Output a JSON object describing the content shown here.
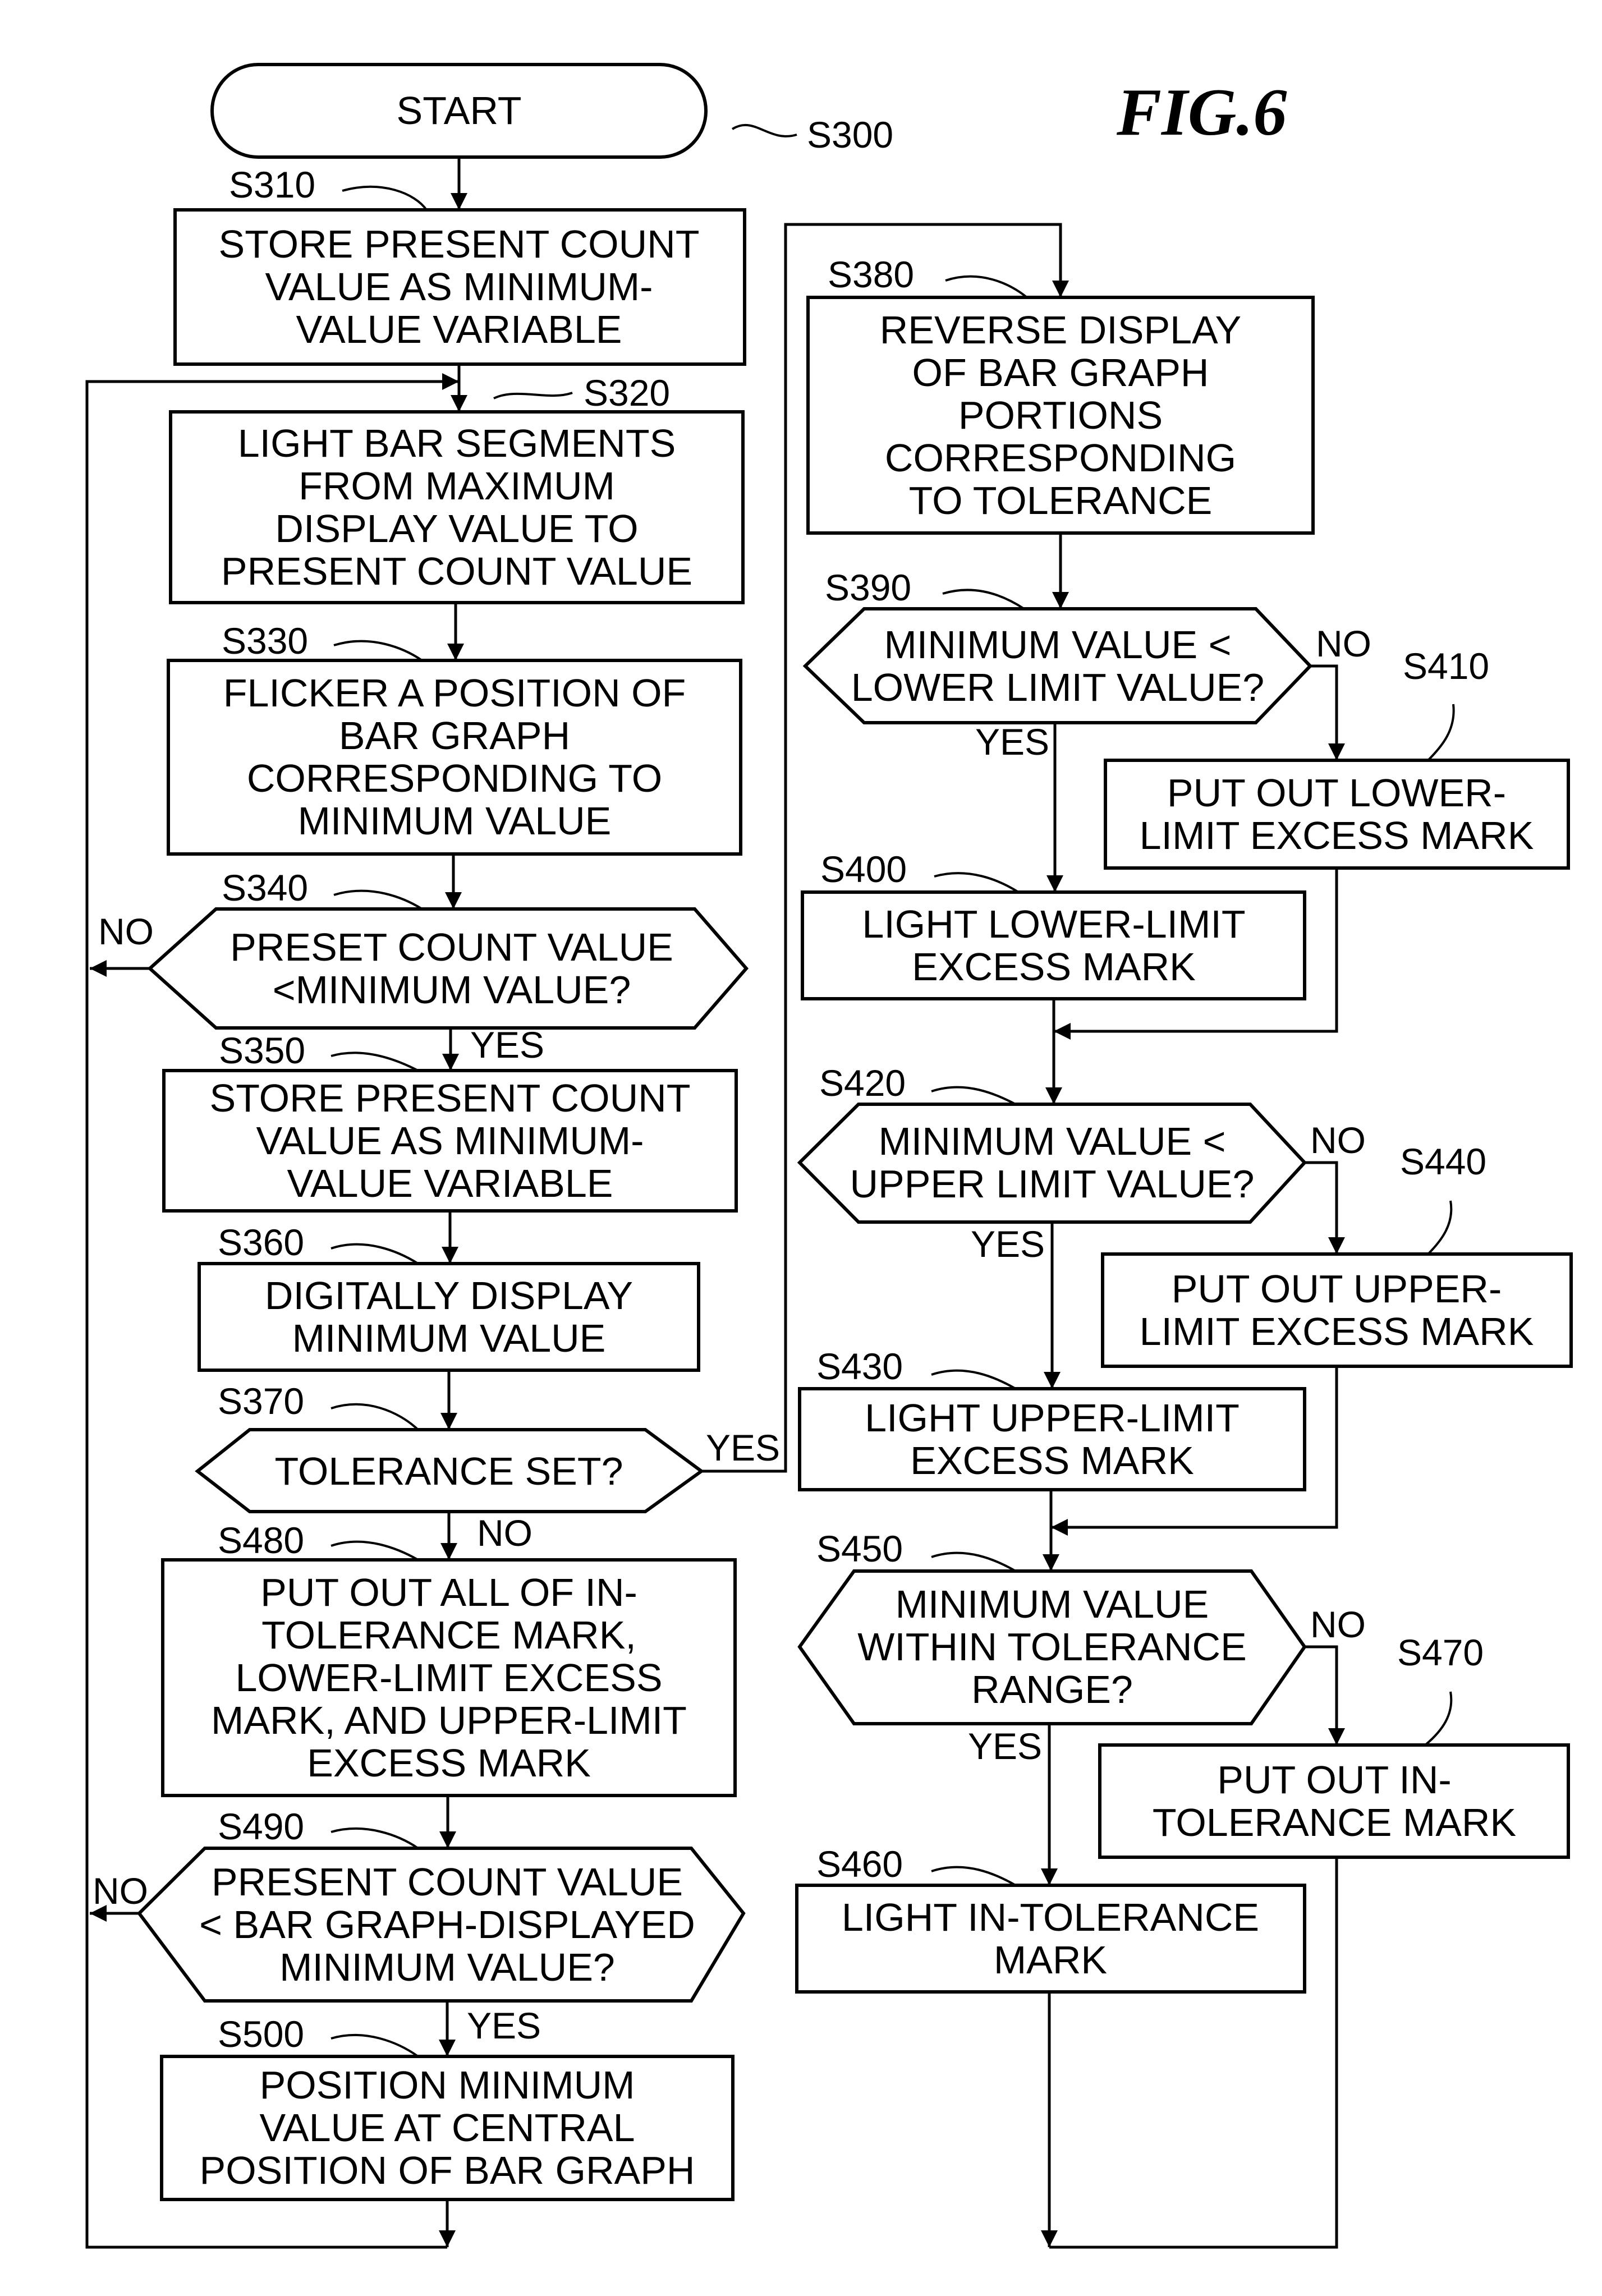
{
  "figure": {
    "title": "FIG.6"
  },
  "nodes": {
    "start": {
      "label": "S300",
      "lines": [
        "START"
      ]
    },
    "s310": {
      "label": "S310",
      "lines": [
        "STORE PRESENT COUNT",
        "VALUE AS MINIMUM-",
        "VALUE VARIABLE"
      ]
    },
    "s320": {
      "label": "S320",
      "lines": [
        "LIGHT BAR SEGMENTS",
        "FROM MAXIMUM",
        "DISPLAY VALUE TO",
        "PRESENT COUNT VALUE"
      ]
    },
    "s330": {
      "label": "S330",
      "lines": [
        "FLICKER A POSITION OF",
        "BAR GRAPH",
        "CORRESPONDING TO",
        "MINIMUM VALUE"
      ]
    },
    "s340": {
      "label": "S340",
      "lines": [
        "PRESET COUNT VALUE",
        "<MINIMUM VALUE?"
      ]
    },
    "s350": {
      "label": "S350",
      "lines": [
        "STORE PRESENT COUNT",
        "VALUE AS MINIMUM-",
        "VALUE VARIABLE"
      ]
    },
    "s360": {
      "label": "S360",
      "lines": [
        "DIGITALLY DISPLAY",
        "MINIMUM VALUE"
      ]
    },
    "s370": {
      "label": "S370",
      "lines": [
        "TOLERANCE SET?"
      ]
    },
    "s480": {
      "label": "S480",
      "lines": [
        "PUT OUT ALL OF IN-",
        "TOLERANCE MARK,",
        "LOWER-LIMIT EXCESS",
        "MARK, AND UPPER-LIMIT",
        "EXCESS MARK"
      ]
    },
    "s490": {
      "label": "S490",
      "lines": [
        "PRESENT COUNT VALUE",
        "< BAR GRAPH-DISPLAYED",
        "MINIMUM VALUE?"
      ]
    },
    "s500": {
      "label": "S500",
      "lines": [
        "POSITION MINIMUM",
        "VALUE AT CENTRAL",
        "POSITION OF BAR GRAPH"
      ]
    },
    "s380": {
      "label": "S380",
      "lines": [
        "REVERSE DISPLAY",
        "OF BAR GRAPH",
        "PORTIONS",
        "CORRESPONDING",
        "TO TOLERANCE"
      ]
    },
    "s390": {
      "label": "S390",
      "lines": [
        "MINIMUM VALUE <",
        "LOWER LIMIT VALUE?"
      ]
    },
    "s400": {
      "label": "S400",
      "lines": [
        "LIGHT LOWER-LIMIT",
        "EXCESS MARK"
      ]
    },
    "s410": {
      "label": "S410",
      "lines": [
        "PUT OUT LOWER-",
        "LIMIT EXCESS MARK"
      ]
    },
    "s420": {
      "label": "S420",
      "lines": [
        "MINIMUM VALUE <",
        "UPPER LIMIT VALUE?"
      ]
    },
    "s430": {
      "label": "S430",
      "lines": [
        "LIGHT UPPER-LIMIT",
        "EXCESS MARK"
      ]
    },
    "s440": {
      "label": "S440",
      "lines": [
        "PUT OUT UPPER-",
        "LIMIT EXCESS MARK"
      ]
    },
    "s450": {
      "label": "S450",
      "lines": [
        "MINIMUM VALUE",
        "WITHIN TOLERANCE",
        "RANGE?"
      ]
    },
    "s460": {
      "label": "S460",
      "lines": [
        "LIGHT IN-TOLERANCE",
        "MARK"
      ]
    },
    "s470": {
      "label": "S470",
      "lines": [
        "PUT OUT IN-",
        "TOLERANCE MARK"
      ]
    }
  },
  "branches": {
    "s340_no": "NO",
    "s340_yes": "YES",
    "s370_yes": "YES",
    "s370_no": "NO",
    "s490_no": "NO",
    "s490_yes": "YES",
    "s390_no": "NO",
    "s390_yes": "YES",
    "s420_no": "NO",
    "s420_yes": "YES",
    "s450_no": "NO",
    "s450_yes": "YES"
  }
}
